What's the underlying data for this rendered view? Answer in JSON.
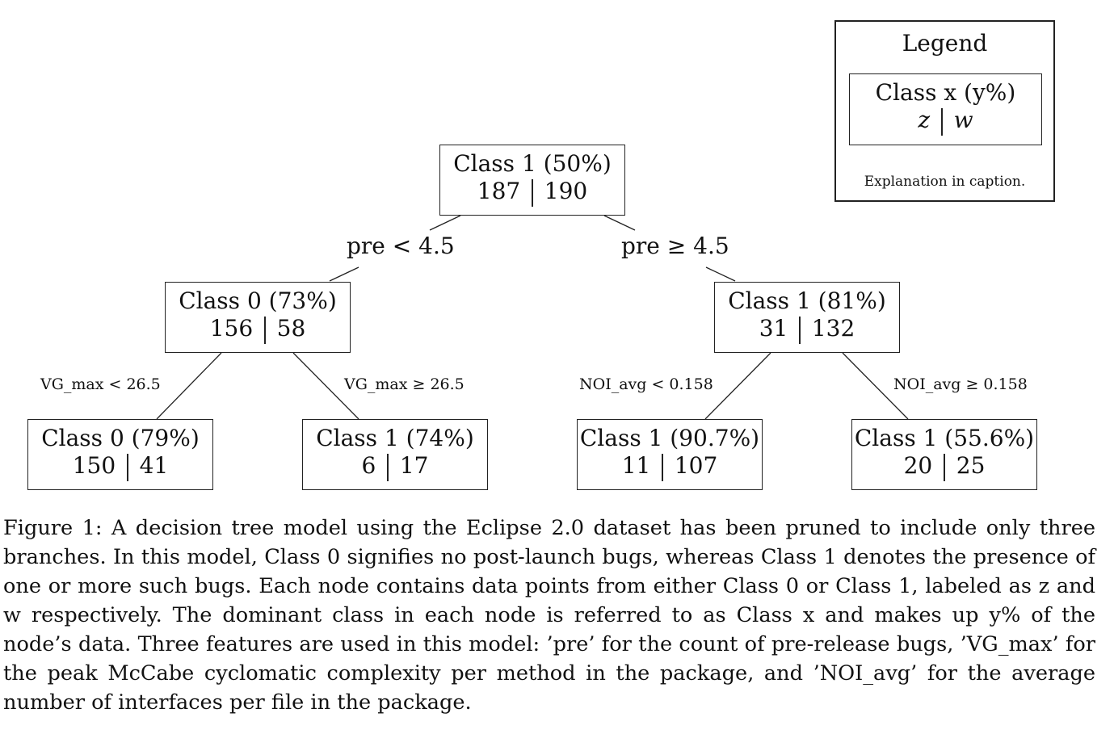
{
  "tree": {
    "root": {
      "label": "Class 1 (50%)",
      "left_count": "187",
      "right_count": "190"
    },
    "edges": {
      "root_left": "pre < 4.5",
      "root_right": "pre ≥ 4.5",
      "left_left": "VG_max < 26.5",
      "left_right": "VG_max ≥ 26.5",
      "right_left": "NOI_avg < 0.158",
      "right_right": "NOI_avg ≥ 0.158"
    },
    "left": {
      "label": "Class 0 (73%)",
      "left_count": "156",
      "right_count": "58"
    },
    "right": {
      "label": "Class 1 (81%)",
      "left_count": "31",
      "right_count": "132"
    },
    "leaf_ll": {
      "label": "Class 0 (79%)",
      "left_count": "150",
      "right_count": "41"
    },
    "leaf_lr": {
      "label": "Class 1 (74%)",
      "left_count": "6",
      "right_count": "17"
    },
    "leaf_rl": {
      "label": "Class 1 (90.7%)",
      "left_count": "11",
      "right_count": "107"
    },
    "leaf_rr": {
      "label": "Class 1 (55.6%)",
      "left_count": "20",
      "right_count": "25"
    }
  },
  "legend": {
    "title": "Legend",
    "node_label": "Class x (y%)",
    "left_symbol": "z",
    "right_symbol": "w",
    "note": "Explanation in caption."
  },
  "caption": "Figure 1: A decision tree model using the Eclipse 2.0 dataset has been pruned to include only three branches. In this model, Class 0 signifies no post-launch bugs, whereas Class 1 denotes the presence of one or more such bugs. Each node contains data points from either Class 0 or Class 1, labeled as z and w respectively. The dominant class in each node is referred to as Class x and makes up y% of the node’s data. Three features are used in this model: ’pre’ for the count of pre-release bugs, ’VG_max’ for the peak McCabe cyclomatic complexity per method in the package, and ’NOI_avg’ for the average number of interfaces per file in the package."
}
